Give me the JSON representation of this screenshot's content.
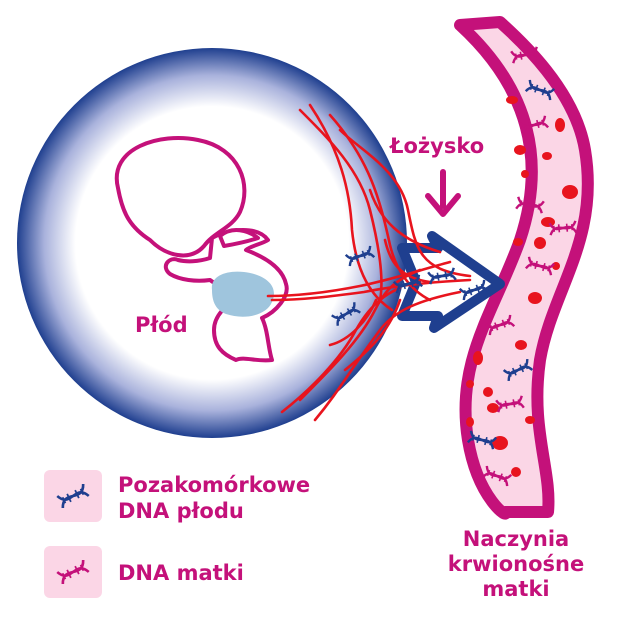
{
  "labels": {
    "fetus": "Płód",
    "placenta": "Łożysko",
    "maternal_vessel": "Naczynia krwionośne matki"
  },
  "legend": {
    "fetal_dna": "Pozakomórkowe DNA płodu",
    "maternal_dna": "DNA matki"
  },
  "colors": {
    "magenta": "#c4117a",
    "navy": "#1f3f8f",
    "red": "#e8141e",
    "pink_fill": "#fbd6e6",
    "amniotic_blue": "#9fc5dd"
  },
  "icons": {
    "fetal_dna": "dna-helix-blue-icon",
    "maternal_dna": "dna-helix-magenta-icon"
  }
}
